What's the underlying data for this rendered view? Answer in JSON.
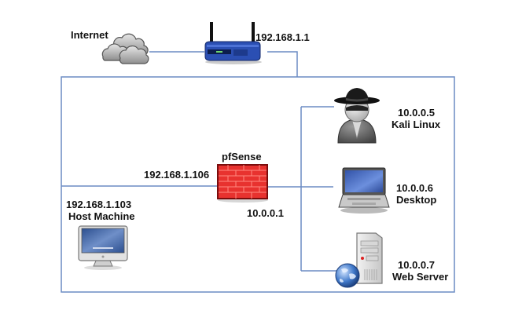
{
  "diagram": {
    "type": "network-topology",
    "line_color": "#6b8cc4",
    "nodes": {
      "internet": {
        "label": "Internet",
        "icon": "cloud-icon"
      },
      "router": {
        "label": "192.168.1.1",
        "icon": "wireless-router-icon"
      },
      "firewall": {
        "label": "pfSense",
        "wan_ip": "192.168.1.106",
        "lan_ip": "10.0.0.1",
        "icon": "firewall-icon",
        "color": "#e8322f"
      },
      "host": {
        "ip": "192.168.1.103",
        "name": "Host Machine",
        "icon": "desktop-monitor-icon"
      },
      "kali": {
        "ip": "10.0.0.5",
        "name": "Kali Linux",
        "icon": "spy-user-icon"
      },
      "desktop": {
        "ip": "10.0.0.6",
        "name": "Desktop",
        "icon": "laptop-icon"
      },
      "webserver": {
        "ip": "10.0.0.7",
        "name": "Web Server",
        "icon": "web-server-icon"
      }
    },
    "edges": [
      {
        "from": "internet",
        "to": "router"
      },
      {
        "from": "router",
        "to": "lan-192.168.1.0"
      },
      {
        "from": "lan-192.168.1.0",
        "to": "host"
      },
      {
        "from": "lan-192.168.1.0",
        "to": "firewall"
      },
      {
        "from": "firewall",
        "to": "kali"
      },
      {
        "from": "firewall",
        "to": "desktop"
      },
      {
        "from": "firewall",
        "to": "webserver"
      }
    ]
  }
}
